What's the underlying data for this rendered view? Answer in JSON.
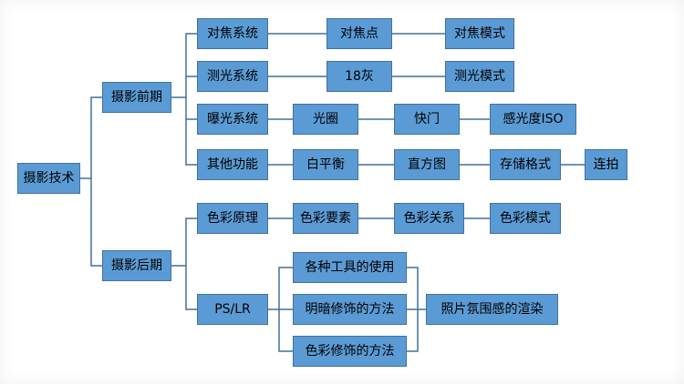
{
  "colors": {
    "node_fill": "#5b9bd5",
    "node_border": "#41719c",
    "line": "#41719c",
    "text": "#000000"
  },
  "root": "摄影技术",
  "pre": {
    "label": "摄影前期",
    "focus": {
      "system": "对焦系统",
      "point": "对焦点",
      "mode": "对焦模式"
    },
    "metering": {
      "system": "测光系统",
      "gray": "18灰",
      "mode": "测光模式"
    },
    "exposure": {
      "system": "曝光系统",
      "aperture": "光圈",
      "shutter": "快门",
      "iso": "感光度ISO"
    },
    "other": {
      "label": "其他功能",
      "wb": "白平衡",
      "histogram": "直方图",
      "format": "存储格式",
      "burst": "连拍"
    }
  },
  "post": {
    "label": "摄影后期",
    "color": {
      "principle": "色彩原理",
      "elements": "色彩要素",
      "relations": "色彩关系",
      "mode": "色彩模式"
    },
    "pslr": {
      "label": "PS/LR",
      "tools": "各种工具的使用",
      "light_dark": "明暗修饰的方法",
      "color_mod": "色彩修饰的方法",
      "atmosphere": "照片氛围感的渲染"
    }
  }
}
